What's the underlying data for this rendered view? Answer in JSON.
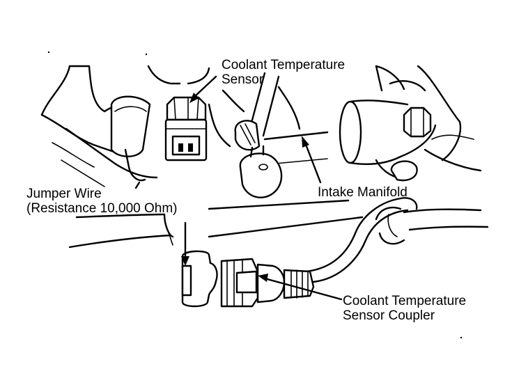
{
  "labels": {
    "coolant_sensor_line1": "Coolant Temperature",
    "coolant_sensor_line2": "Sensor",
    "intake_manifold": "Intake Manifold",
    "jumper_wire_line1": "Jumper Wire",
    "jumper_wire_line2": "(Resistance 10,000 Ohm)",
    "coupler_line1": "Coolant Temperature",
    "coupler_line2": "Sensor Coupler"
  },
  "style": {
    "ink": "#000000",
    "paper": "#ffffff"
  }
}
